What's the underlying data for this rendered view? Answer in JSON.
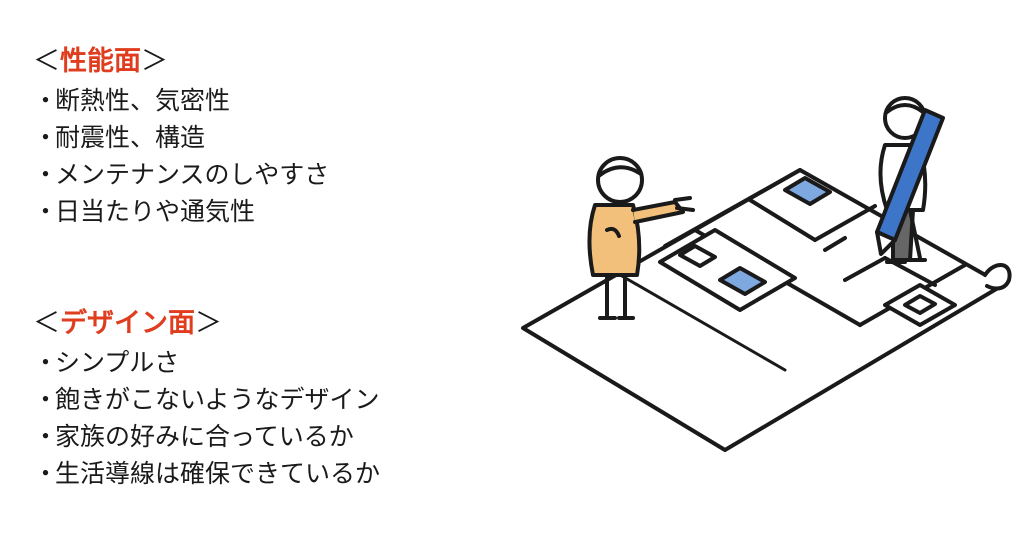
{
  "performance": {
    "bracket_open": "＜",
    "title": "性能面",
    "bracket_close": "＞",
    "bullet": "・",
    "items": [
      "断熱性、気密性",
      "耐震性、構造",
      "メンテナンスのしやすさ",
      "日当たりや通気性"
    ]
  },
  "design": {
    "bracket_open": "＜",
    "title": "デザイン面",
    "bracket_close": "＞",
    "bullet": "・",
    "items": [
      "シンプルさ",
      "飽きがこないようなデザイン",
      "家族の好みに合っているか",
      "生活導線は確保できているか"
    ]
  },
  "colors": {
    "accent": "#e03c1e",
    "text": "#1a1a1a",
    "figure_orange": "#f2c07a",
    "window_blue": "#7ea9e0",
    "pencil_blue": "#3d76c9"
  },
  "illustration": {
    "icons": [
      "floor-plan-sheet",
      "person-pointing",
      "person-holding-pencil"
    ]
  }
}
